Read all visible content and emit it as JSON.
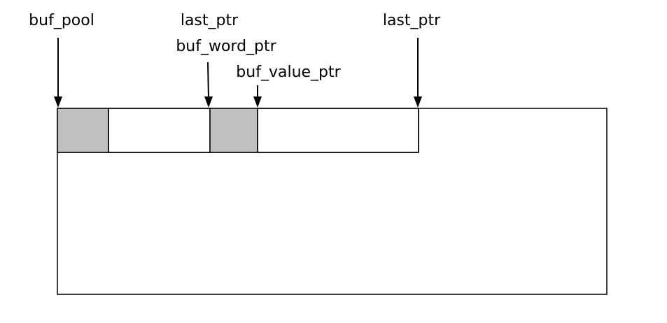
{
  "labels": {
    "buf_pool": "buf_pool",
    "last_ptr_old": "last_ptr",
    "buf_word_ptr": "buf_word_ptr",
    "buf_value_ptr": "buf_value_ptr",
    "last_ptr_new": "last_ptr"
  },
  "colors": {
    "header_fill": "#c0c0c0",
    "line": "#000000",
    "background": "#ffffff"
  }
}
